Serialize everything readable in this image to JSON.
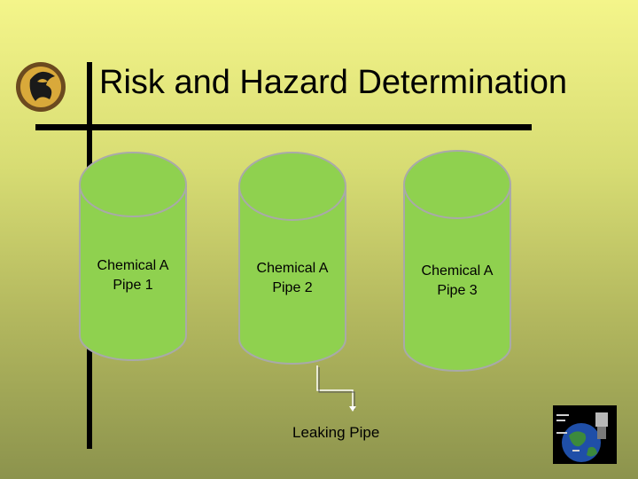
{
  "slide": {
    "title": "Risk and Hazard Determination"
  },
  "pipes": [
    {
      "line1": "Chemical A",
      "line2": "Pipe 1"
    },
    {
      "line1": "Chemical A",
      "line2": "Pipe 2"
    },
    {
      "line1": "Chemical A",
      "line2": "Pipe 3"
    }
  ],
  "leak": {
    "label": "Leaking Pipe"
  },
  "colors": {
    "cylinder_fill": "#8fd14f",
    "cylinder_stroke": "#a9a9a9",
    "background_top": "#f4f58a",
    "background_bottom": "#8c934d"
  },
  "icons": {
    "logo": "pegasus-logo-icon",
    "corner": "globe-icon"
  }
}
